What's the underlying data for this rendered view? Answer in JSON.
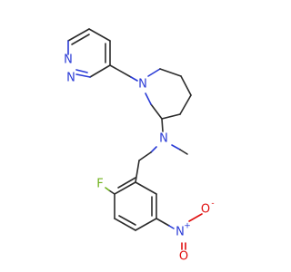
{
  "molecule": {
    "atoms": {
      "pyridazine_n1": {
        "symbol": "N",
        "color": "#2a3bd6"
      },
      "pyridazine_n2": {
        "symbol": "N",
        "color": "#2a3bd6"
      },
      "piperidine_n": {
        "symbol": "N",
        "color": "#2a3bd6"
      },
      "amine_n": {
        "symbol": "N",
        "color": "#2a3bd6"
      },
      "fluorine": {
        "symbol": "F",
        "color": "#6fb21c"
      },
      "nitro_n": {
        "symbol": "N",
        "charge": "+",
        "color": "#2a3bd6"
      },
      "nitro_o1": {
        "symbol": "O",
        "charge": "-",
        "color": "#e01010"
      },
      "nitro_o2": {
        "symbol": "O",
        "color": "#e01010"
      }
    }
  }
}
